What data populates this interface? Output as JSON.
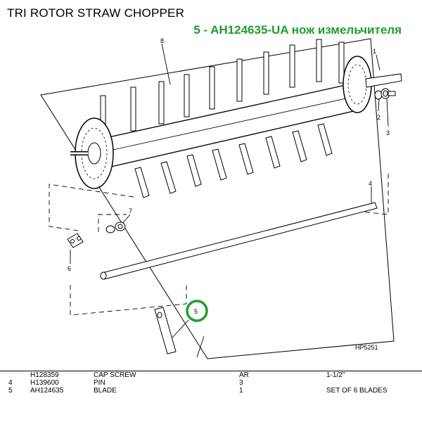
{
  "header": {
    "title": "TRI ROTOR STRAW CHOPPER",
    "subtitle": "5 - AH124635-UA нож измельчителя"
  },
  "diagram": {
    "callouts": [
      "8",
      "1",
      "2",
      "3",
      "4",
      "7",
      "6",
      "5"
    ],
    "code": "HP5251",
    "highlight_color": "#1e9e2e"
  },
  "parts_table": {
    "rows": [
      {
        "no": "",
        "part": "H128359",
        "desc": "CAP SCREW",
        "qty": "AR",
        "remarks": "1-1/2\""
      },
      {
        "no": "4",
        "part": "H139600",
        "desc": "PIN",
        "qty": "3",
        "remarks": ""
      },
      {
        "no": "5",
        "part": "AH124635",
        "desc": "BLADE",
        "qty": "1",
        "remarks": "SET OF 6 BLADES"
      }
    ]
  }
}
